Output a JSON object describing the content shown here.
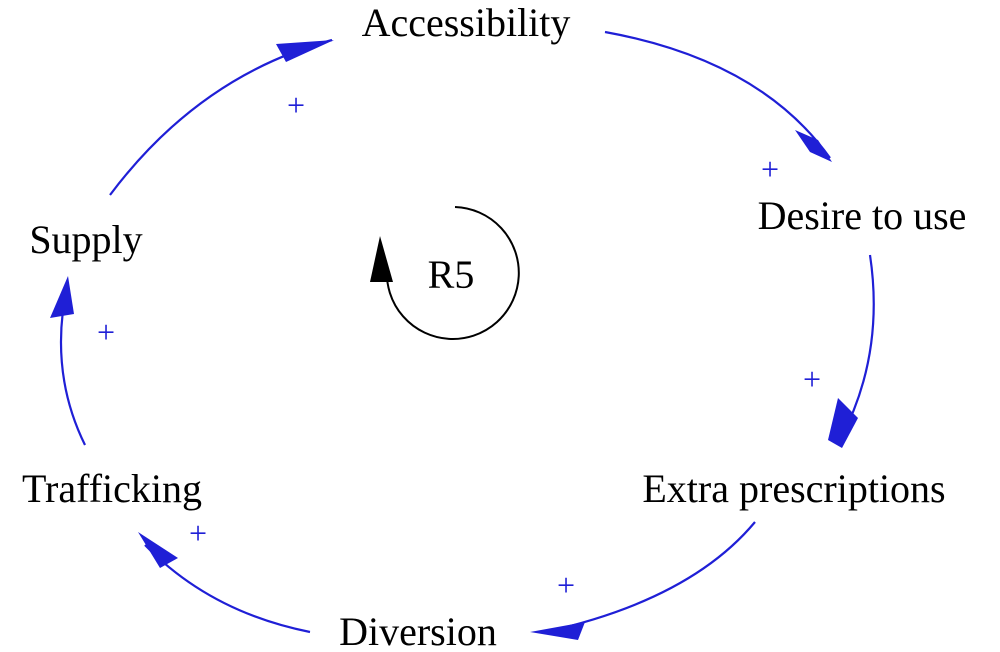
{
  "colors": {
    "link": "#1f1fd6",
    "node_text": "#000000",
    "loop": "#000000"
  },
  "nodes": [
    {
      "id": "accessibility",
      "label": "Accessibility"
    },
    {
      "id": "desire",
      "label": "Desire to use"
    },
    {
      "id": "extra",
      "label": "Extra prescriptions"
    },
    {
      "id": "diversion",
      "label": "Diversion"
    },
    {
      "id": "trafficking",
      "label": "Trafficking"
    },
    {
      "id": "supply",
      "label": "Supply"
    }
  ],
  "links": [
    {
      "from": "accessibility",
      "to": "desire",
      "polarity": "+"
    },
    {
      "from": "desire",
      "to": "extra",
      "polarity": "+"
    },
    {
      "from": "extra",
      "to": "diversion",
      "polarity": "+"
    },
    {
      "from": "diversion",
      "to": "trafficking",
      "polarity": "+"
    },
    {
      "from": "trafficking",
      "to": "supply",
      "polarity": "+"
    },
    {
      "from": "supply",
      "to": "accessibility",
      "polarity": "+"
    }
  ],
  "loop": {
    "label": "R5",
    "icon": "counterclockwise-loop-icon"
  }
}
